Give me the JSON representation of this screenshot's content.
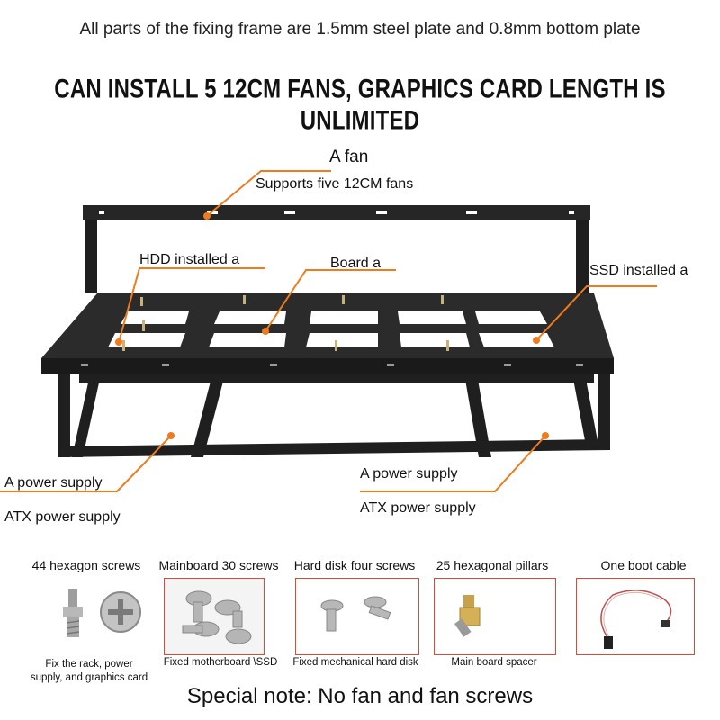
{
  "header": {
    "note": "All parts of the fixing frame are 1.5mm steel plate and 0.8mm bottom plate",
    "headline": "CAN INSTALL 5 12CM FANS, GRAPHICS CARD LENGTH IS UNLIMITED"
  },
  "callouts": {
    "fan_title": "A fan",
    "fan_sub": "Supports five 12CM fans",
    "hdd": "HDD installed a",
    "board": "Board a",
    "ssd": "SSD installed a",
    "psu_left": "A power supply",
    "atx_left": "ATX power supply",
    "psu_right": "A power supply",
    "atx_right": "ATX power supply"
  },
  "accessories": [
    {
      "title": "44 hexagon screws",
      "caption_line1": "Fix the rack, power",
      "caption_line2": "supply, and graphics card"
    },
    {
      "title": "Mainboard 30 screws",
      "caption_line1": "Fixed motherboard \\SSD",
      "caption_line2": ""
    },
    {
      "title": "Hard disk four screws",
      "caption_line1": "Fixed mechanical hard disk",
      "caption_line2": ""
    },
    {
      "title": "25 hexagonal pillars",
      "caption_line1": "Main board spacer",
      "caption_line2": ""
    },
    {
      "title": "One boot cable",
      "caption_line1": "",
      "caption_line2": ""
    }
  ],
  "footer": {
    "special_note": "Special note: No fan and fan screws"
  },
  "colors": {
    "accent": "#f07a1e",
    "frame": "#1f1f1f",
    "box_border": "#d94b37"
  }
}
